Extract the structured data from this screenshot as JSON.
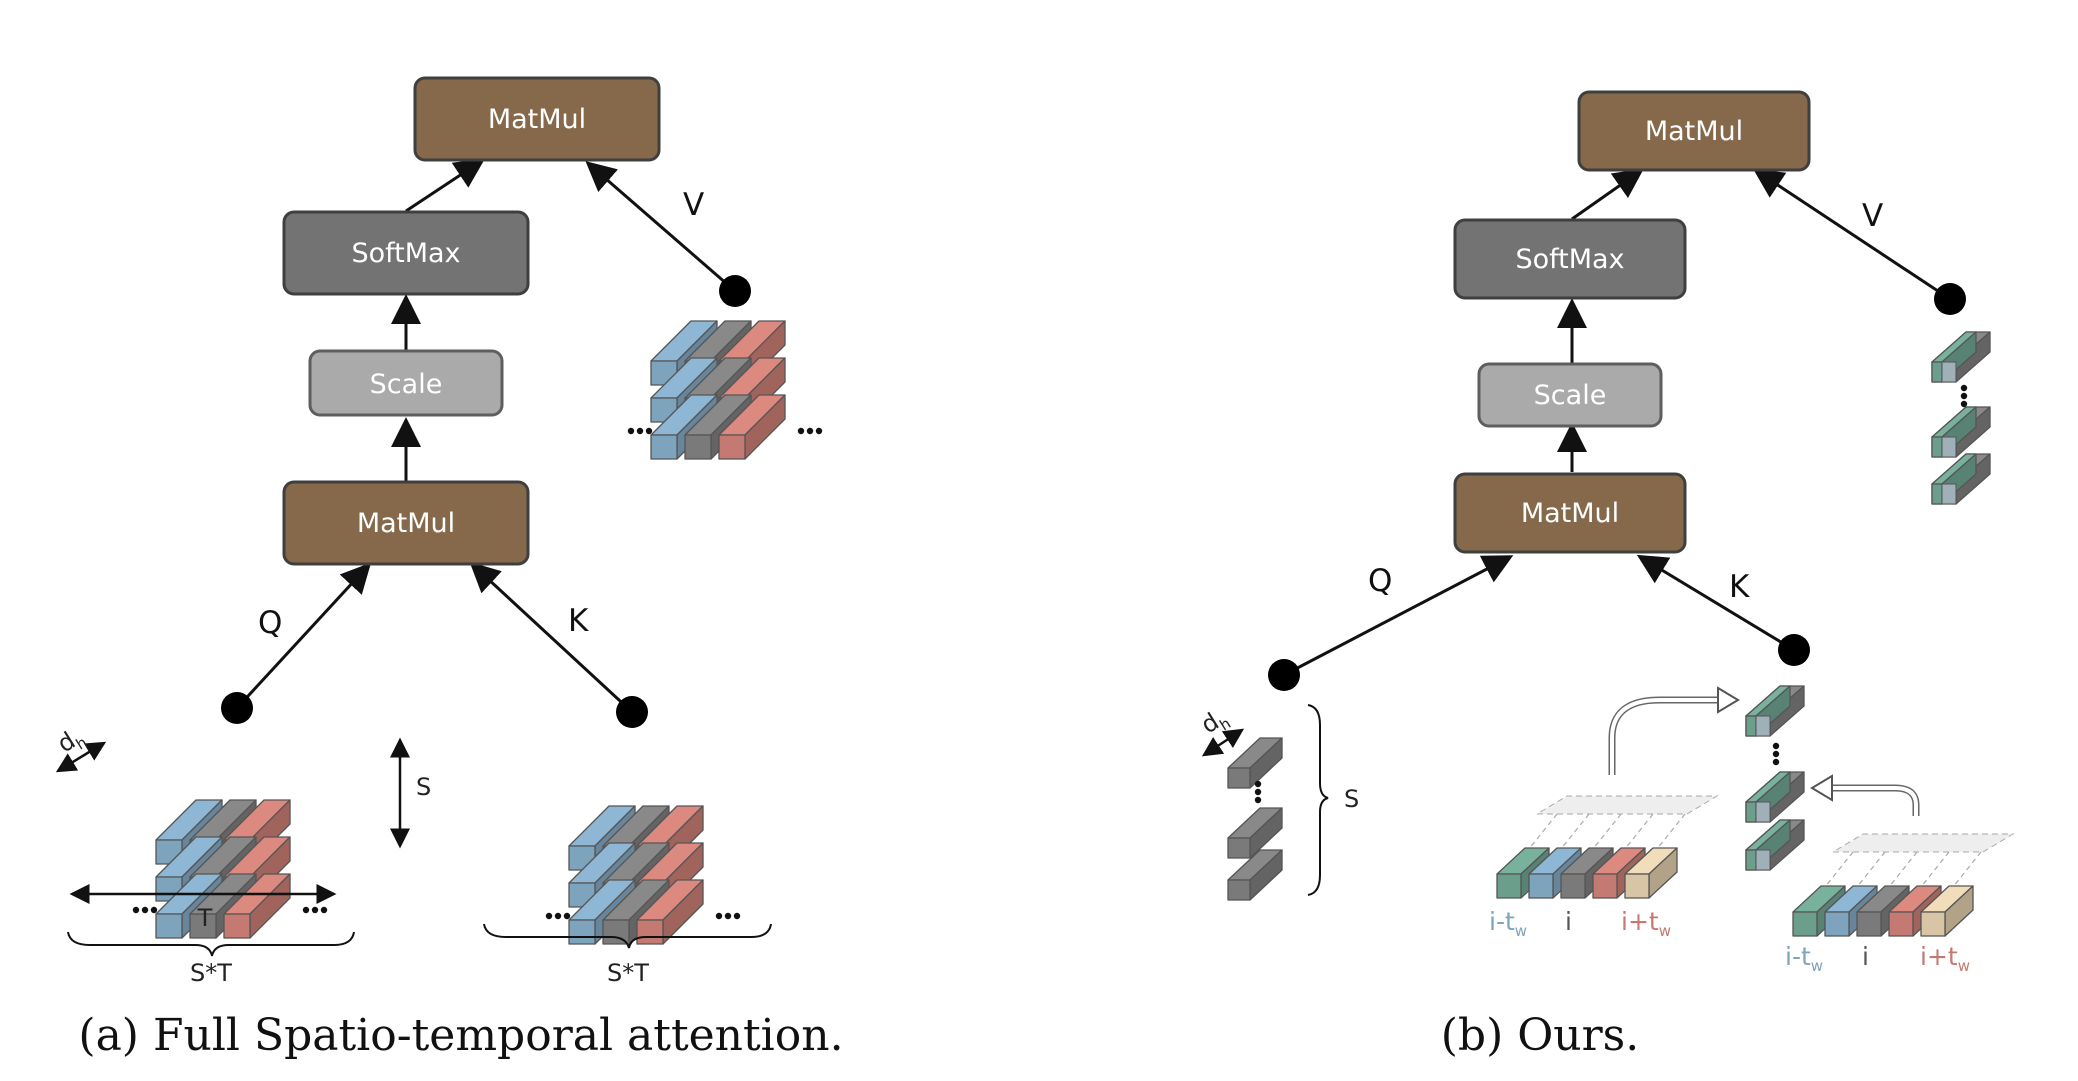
{
  "colors": {
    "matmul": "#85694a",
    "softmax": "#737373",
    "scale": "#aaaaaa",
    "pale_blue": "#d9e8ef",
    "blue": "#7ea3bd",
    "gray_cube": "#7a7a7a",
    "red": "#c47a72",
    "pale_red": "#efd3d0",
    "green": "#6b9f8c",
    "tan": "#d8c5a6"
  },
  "panel_a": {
    "nodes": {
      "matmul_top": "MatMul",
      "softmax": "SoftMax",
      "scale": "Scale",
      "matmul_bottom": "MatMul"
    },
    "q_label": "Q",
    "k_label": "K",
    "v_label": "V",
    "dh_label": "d",
    "dh_sub": "h",
    "s_label": "S",
    "t_label": "T",
    "st_label_q": "S*T",
    "st_label_k": "S*T",
    "caption": "(a) Full Spatio-temporal attention."
  },
  "panel_b": {
    "nodes": {
      "matmul_top": "MatMul",
      "softmax": "SoftMax",
      "scale": "Scale",
      "matmul_bottom": "MatMul"
    },
    "q_label": "Q",
    "k_label": "K",
    "v_label": "V",
    "dh_label": "d",
    "dh_sub": "h",
    "s_label": "S",
    "window_left_1": "i-t",
    "window_left_1_sub": "w",
    "window_mid_1": "i",
    "window_right_1": "i+t",
    "window_right_1_sub": "w",
    "window_left_2": "i-t",
    "window_left_2_sub": "w",
    "window_mid_2": "i",
    "window_right_2": "i+t",
    "window_right_2_sub": "w",
    "caption": "(b) Ours."
  }
}
